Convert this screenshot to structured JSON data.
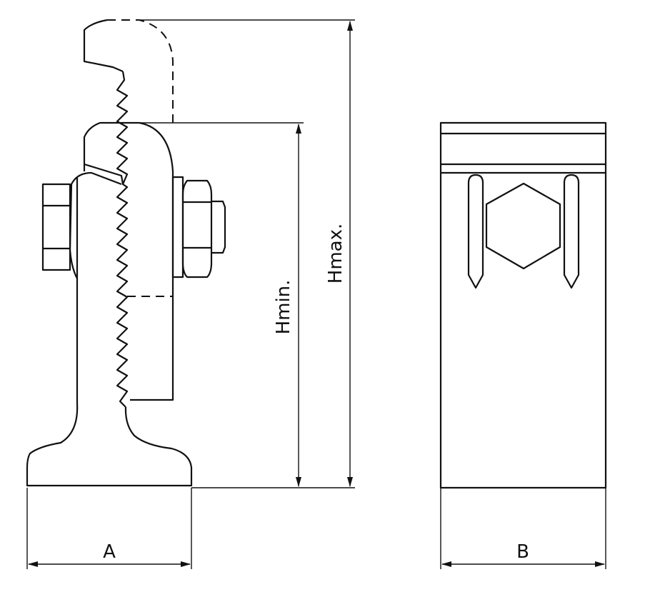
{
  "dimensions": {
    "a_label": "A",
    "b_label": "B",
    "hmin_label": "Hmin.",
    "hmax_label": "Hmax."
  }
}
